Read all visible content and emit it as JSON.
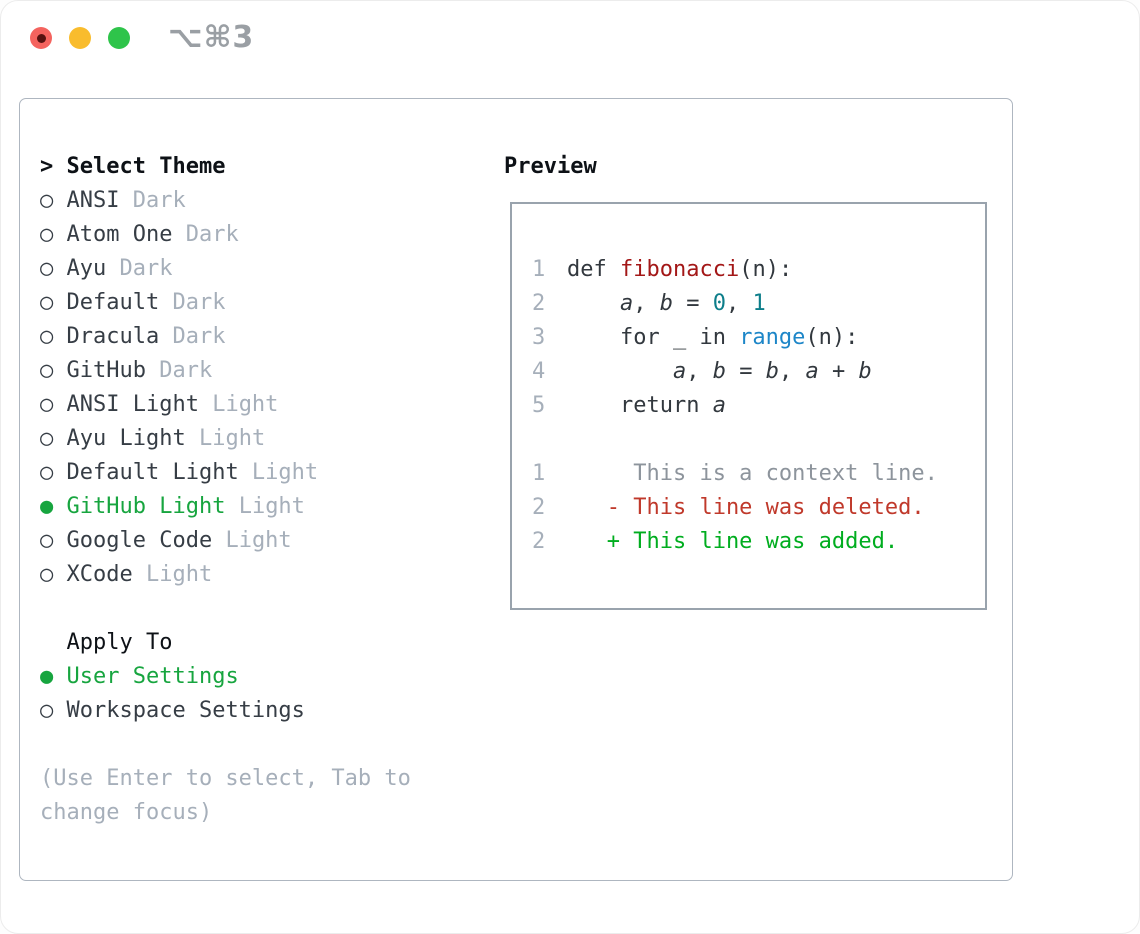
{
  "window": {
    "title": "⌥⌘3"
  },
  "titlebar": {
    "buttons": [
      "close",
      "minimize",
      "zoom"
    ]
  },
  "theme_panel": {
    "header_prompt": "> ",
    "header": "Select Theme",
    "marker_unselected": "○",
    "marker_selected": "●",
    "items": [
      {
        "name": "ANSI",
        "tag": "Dark",
        "selected": false
      },
      {
        "name": "Atom One",
        "tag": "Dark",
        "selected": false
      },
      {
        "name": "Ayu",
        "tag": "Dark",
        "selected": false
      },
      {
        "name": "Default",
        "tag": "Dark",
        "selected": false
      },
      {
        "name": "Dracula",
        "tag": "Dark",
        "selected": false
      },
      {
        "name": "GitHub",
        "tag": "Dark",
        "selected": false
      },
      {
        "name": "ANSI Light",
        "tag": "Light",
        "selected": false
      },
      {
        "name": "Ayu Light",
        "tag": "Light",
        "selected": false
      },
      {
        "name": "Default Light",
        "tag": "Light",
        "selected": false
      },
      {
        "name": "GitHub Light",
        "tag": "Light",
        "selected": true
      },
      {
        "name": "Google Code",
        "tag": "Light",
        "selected": false
      },
      {
        "name": "XCode",
        "tag": "Light",
        "selected": false
      }
    ],
    "apply_to": {
      "header": "Apply To",
      "options": [
        {
          "label": "User Settings",
          "selected": true
        },
        {
          "label": "Workspace Settings",
          "selected": false
        }
      ]
    },
    "help_lines": [
      "(Use Enter to select, Tab to",
      "change focus)"
    ]
  },
  "preview": {
    "header": "Preview",
    "code_lines": [
      {
        "num": "1",
        "tokens": [
          {
            "t": "def ",
            "s": "p"
          },
          {
            "t": "fibonacci",
            "s": "f"
          },
          {
            "t": "(n):",
            "s": "p"
          }
        ]
      },
      {
        "num": "2",
        "tokens": [
          {
            "t": "    ",
            "s": "p"
          },
          {
            "t": "a",
            "s": "v"
          },
          {
            "t": ", ",
            "s": "p"
          },
          {
            "t": "b",
            "s": "v"
          },
          {
            "t": " = ",
            "s": "p"
          },
          {
            "t": "0",
            "s": "n"
          },
          {
            "t": ", ",
            "s": "p"
          },
          {
            "t": "1",
            "s": "n"
          }
        ]
      },
      {
        "num": "3",
        "tokens": [
          {
            "t": "    for _ in ",
            "s": "p"
          },
          {
            "t": "range",
            "s": "b"
          },
          {
            "t": "(n):",
            "s": "p"
          }
        ]
      },
      {
        "num": "4",
        "tokens": [
          {
            "t": "        ",
            "s": "p"
          },
          {
            "t": "a",
            "s": "v"
          },
          {
            "t": ", ",
            "s": "p"
          },
          {
            "t": "b",
            "s": "v"
          },
          {
            "t": " = ",
            "s": "p"
          },
          {
            "t": "b",
            "s": "v"
          },
          {
            "t": ", ",
            "s": "p"
          },
          {
            "t": "a",
            "s": "v"
          },
          {
            "t": " + ",
            "s": "p"
          },
          {
            "t": "b",
            "s": "v"
          }
        ]
      },
      {
        "num": "5",
        "tokens": [
          {
            "t": "    return ",
            "s": "p"
          },
          {
            "t": "a",
            "s": "v"
          }
        ]
      },
      {
        "num": "",
        "tokens": []
      },
      {
        "num": "1",
        "tokens": [
          {
            "t": "     This is a context line.",
            "s": "ctx"
          }
        ]
      },
      {
        "num": "2",
        "tokens": [
          {
            "t": "   - This line was deleted.",
            "s": "del"
          }
        ]
      },
      {
        "num": "2",
        "tokens": [
          {
            "t": "   + This line was added.",
            "s": "add"
          }
        ]
      }
    ]
  },
  "colors": {
    "tl_red": "#f4635e",
    "tl_red_dot": "#571210",
    "tl_yellow": "#f9bc2d",
    "tl_green": "#2ec44a",
    "title_gray": "#9a9fa4",
    "border_panel": "#aeb6c0",
    "border_box": "#99a3ad",
    "text_black": "#0d1116",
    "text_dark": "#363d45",
    "gray_muted": "#a6afba",
    "sel_green": "#17a53f",
    "code_plain": "#32383e",
    "func_red": "#a31717",
    "num_teal": "#0d7e8a",
    "builtin_blue": "#1d86c8",
    "ctx_gray": "#8d949c",
    "del_red": "#c0392b",
    "add_green": "#00ad1f"
  }
}
